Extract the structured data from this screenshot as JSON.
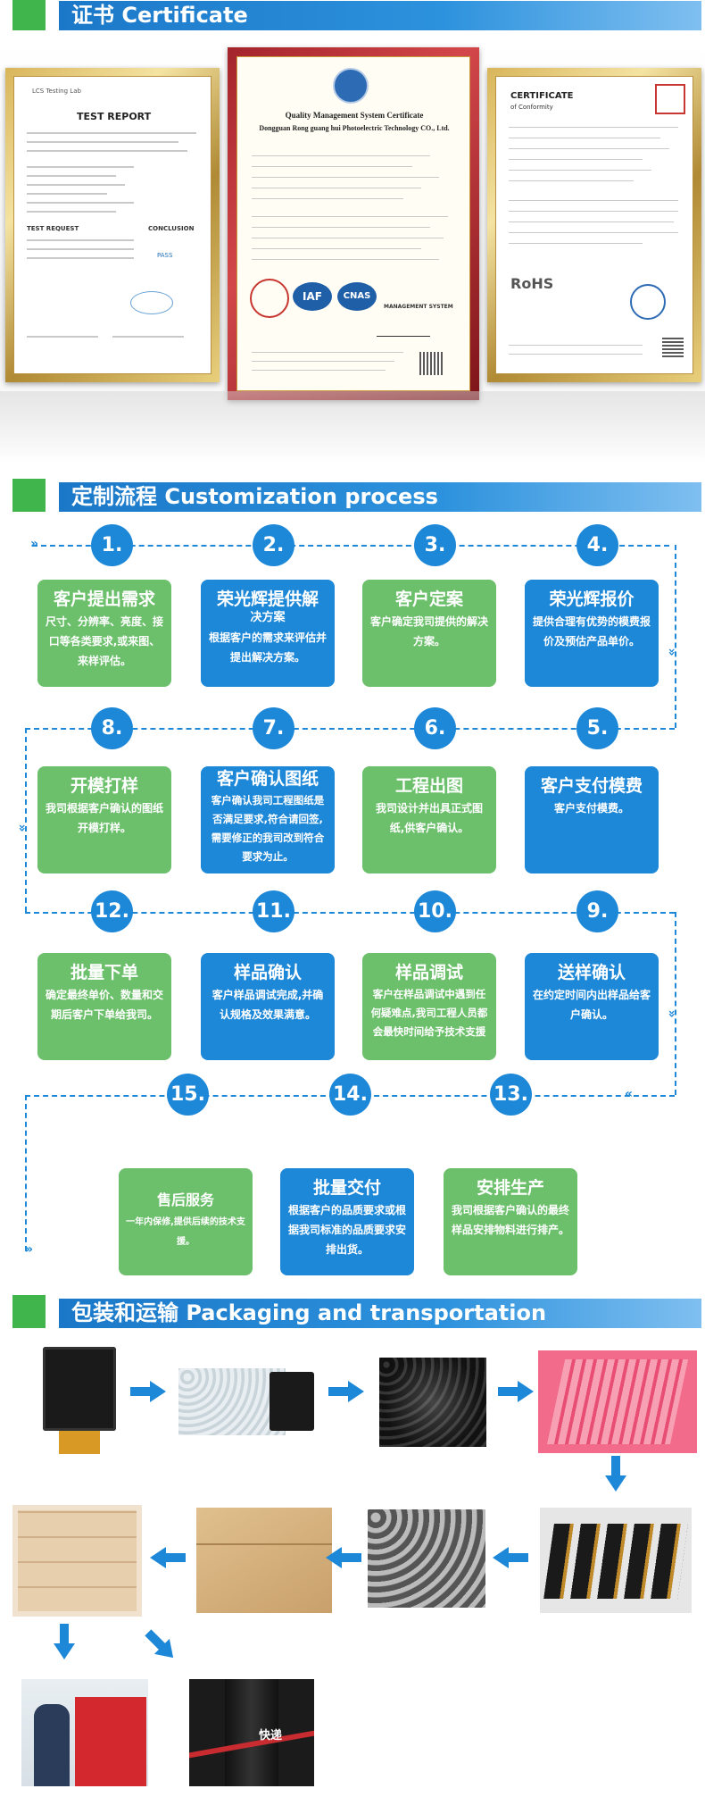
{
  "sections": {
    "certificate": "证书  Certificate",
    "customization": "定制流程  Customization process",
    "packaging": "包装和运输  Packaging and transportation"
  },
  "certificates": {
    "test_report": {
      "logo": "LCS Testing Lab",
      "title": "TEST REPORT",
      "request": "TEST REQUEST",
      "conclusion": "CONCLUSION",
      "result": "PASS"
    },
    "qms": {
      "title": "Quality Management System Certificate",
      "company": "Dongguan Rong guang hui Photoelectric Technology CO., Ltd.",
      "labels": [
        "IAF",
        "CNAS"
      ],
      "system": "MANAGEMENT SYSTEM"
    },
    "ce": {
      "title": "CERTIFICATE",
      "subtitle": "of Conformity",
      "mark": "RoHS"
    }
  },
  "process": {
    "steps": [
      {
        "num": "1.",
        "title": "客户提出需求",
        "desc": "尺寸、分辨率、亮度、接口等各类要求,或来图、来样评估。",
        "color": "g"
      },
      {
        "num": "2.",
        "title": "荣光辉提供解",
        "title2": "决方案",
        "desc": "根据客户的需求来评估并提出解决方案。",
        "color": "b"
      },
      {
        "num": "3.",
        "title": "客户定案",
        "desc": "客户确定我司提供的解决方案。",
        "color": "g"
      },
      {
        "num": "4.",
        "title": "荣光辉报价",
        "desc": "提供合理有优势的模费报价及预估产品单价。",
        "color": "b"
      },
      {
        "num": "5.",
        "title": "客户支付模费",
        "desc": "客户支付模费。",
        "color": "b"
      },
      {
        "num": "6.",
        "title": "工程出图",
        "desc": "我司设计并出具正式图纸,供客户确认。",
        "color": "g"
      },
      {
        "num": "7.",
        "title": "客户确认图纸",
        "desc": "客户确认我司工程图纸是否满足要求,符合请回签,需要修正的我司改到符合要求为止。",
        "color": "b"
      },
      {
        "num": "8.",
        "title": "开模打样",
        "desc": "我司根据客户确认的图纸开模打样。",
        "color": "g"
      },
      {
        "num": "9.",
        "title": "送样确认",
        "desc": "在约定时间内出样品给客户确认。",
        "color": "b"
      },
      {
        "num": "10.",
        "title": "样品调试",
        "desc": "客户在样品调试中遇到任何疑难点,我司工程人员都会最快时间给予技术支援",
        "color": "g"
      },
      {
        "num": "11.",
        "title": "样品确认",
        "desc": "客户样品调试完成,并确认规格及效果满意。",
        "color": "b"
      },
      {
        "num": "12.",
        "title": "批量下单",
        "desc": "确定最终单价、数量和交期后客户下单给我司。",
        "color": "g"
      },
      {
        "num": "13.",
        "title": "安排生产",
        "desc": "我司根据客户确认的最终样品安排物料进行排产。",
        "color": "g"
      },
      {
        "num": "14.",
        "title": "批量交付",
        "desc": "根据客户的品质要求或根据我司标准的品质要求安排出货。",
        "color": "b"
      },
      {
        "num": "15.",
        "title": "售后服务",
        "desc": "一年内保修,提供后续的技术支援。",
        "color": "g"
      }
    ]
  },
  "packaging": {
    "express_label": "快递"
  },
  "colors": {
    "green": "#6cc06b",
    "blue": "#1e88d8",
    "header_green": "#3fb54b"
  }
}
